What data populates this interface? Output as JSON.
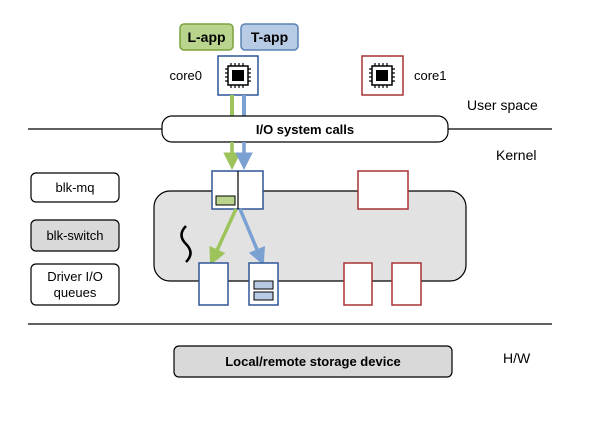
{
  "apps": {
    "lapp": {
      "label": "L-app",
      "fill": "#b9d48d",
      "stroke": "#7aa23d"
    },
    "tapp": {
      "label": "T-app",
      "fill": "#b7cbe4",
      "stroke": "#5b82b4"
    }
  },
  "cores": {
    "core0": {
      "label": "core0",
      "icon": "cpu-chip-icon",
      "color": "#2f5597"
    },
    "core1": {
      "label": "core1",
      "icon": "cpu-chip-icon",
      "color": "#a83232"
    }
  },
  "layers": {
    "user_space": "User space",
    "kernel": "Kernel",
    "hw": "H/W"
  },
  "syscall_bar": {
    "label": "I/O system calls"
  },
  "storage_bar": {
    "label": "Local/remote storage device",
    "fill": "#d9d9d9"
  },
  "legend": {
    "blk_mq": "blk-mq",
    "blk_switch": "blk-switch",
    "driver_line1": "Driver I/O",
    "driver_line2": "queues"
  },
  "colors": {
    "green_path": "#9dc35b",
    "blue_path": "#7aa1d2",
    "blue_queue": "#2f5597",
    "red_queue": "#a83232",
    "switch_region": "#e2e2e2",
    "queue_request_green": "#b9d48d",
    "queue_request_blue": "#b7cbe4"
  }
}
